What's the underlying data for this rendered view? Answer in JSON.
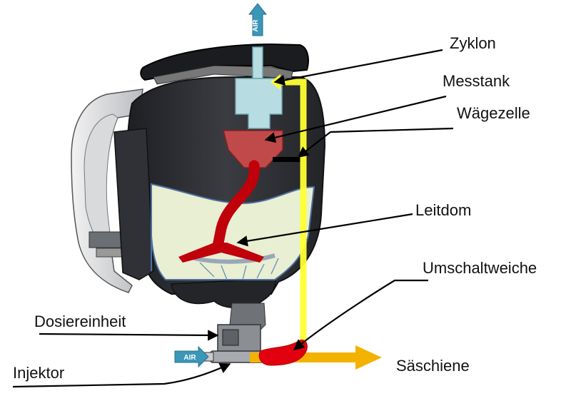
{
  "labels": {
    "zyklon": "Zyklon",
    "messtank": "Messtank",
    "waegezelle": "Wägezelle",
    "leitdom": "Leitdom",
    "umschaltweiche": "Umschaltweiche",
    "dosiereinheit": "Dosiereinheit",
    "saeschiene": "Säschiene",
    "injektor": "Injektor"
  },
  "badges": {
    "air_top": "AIR",
    "air_left": "AIR"
  },
  "colors": {
    "air_flow": "#ffff33",
    "seed_flow": "#f4b200",
    "seed_component": "#c0000a",
    "cyclone": "#b7dde3",
    "measuring_tank": "#c04a4a",
    "hopper_fill": "#e8efd2",
    "air_badge": "#3b96b8",
    "shell_dark": "#2b2d31"
  }
}
